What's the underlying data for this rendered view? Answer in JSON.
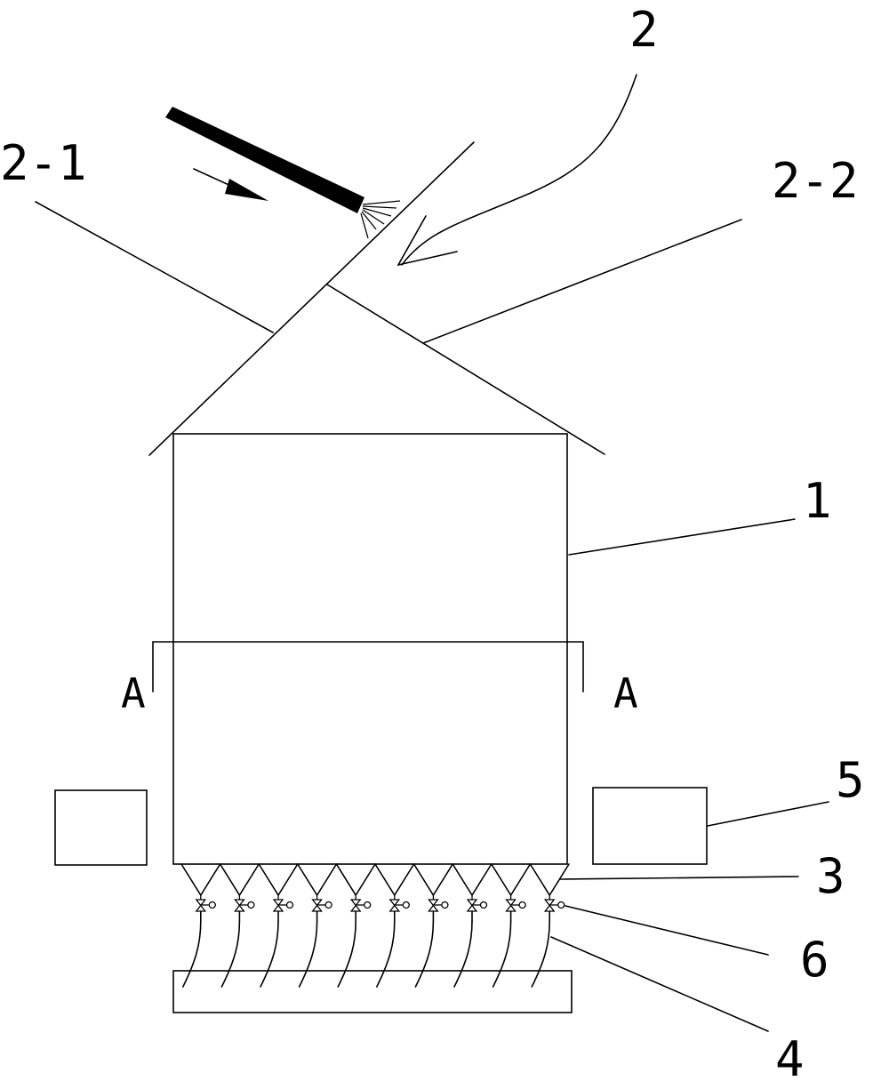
{
  "labels": {
    "item_2": "2",
    "item_2_1": "2-1",
    "item_2_2": "2-2",
    "item_1": "1",
    "item_5": "5",
    "item_3": "3",
    "item_6": "6",
    "item_4": "4",
    "section_left": "A",
    "section_right": "A"
  },
  "components": {
    "hopper_outlets": 10,
    "valves": 10,
    "hoses": 10
  },
  "colors": {
    "line": "#000000",
    "background": "#ffffff"
  }
}
